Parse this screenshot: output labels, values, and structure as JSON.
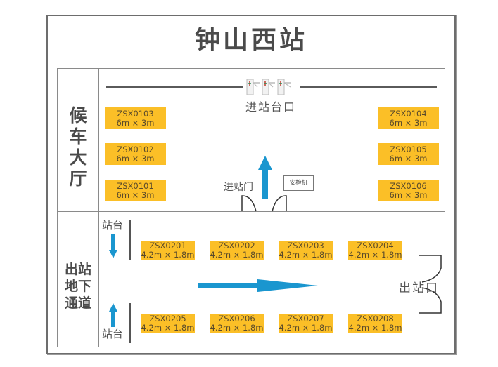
{
  "title": "钟山西站",
  "colors": {
    "booth": "#fbbf27",
    "arrow": "#1a96cf",
    "frame": "#6d6d6d"
  },
  "waiting_hall": {
    "label": "候车大厅",
    "entrance_label": "进站台口",
    "gate_label": "进站门",
    "security_label": "安检机",
    "turnstile_count": 3,
    "booths": [
      {
        "id": "ZSX0103",
        "size": "6m × 3m"
      },
      {
        "id": "ZSX0102",
        "size": "6m × 3m"
      },
      {
        "id": "ZSX0101",
        "size": "6m × 3m"
      },
      {
        "id": "ZSX0104",
        "size": "6m × 3m"
      },
      {
        "id": "ZSX0105",
        "size": "6m × 3m"
      },
      {
        "id": "ZSX0106",
        "size": "6m × 3m"
      }
    ]
  },
  "exit_tunnel": {
    "label_line1": "出站",
    "label_line2": "地下",
    "label_line3": "通道",
    "platform_top_label": "站台",
    "platform_bottom_label": "站台",
    "exit_label": "出站口",
    "booths": [
      {
        "id": "ZSX0201",
        "size": "4.2m × 1.8m"
      },
      {
        "id": "ZSX0202",
        "size": "4.2m × 1.8m"
      },
      {
        "id": "ZSX0203",
        "size": "4.2m × 1.8m"
      },
      {
        "id": "ZSX0204",
        "size": "4.2m × 1.8m"
      },
      {
        "id": "ZSX0205",
        "size": "4.2m × 1.8m"
      },
      {
        "id": "ZSX0206",
        "size": "4.2m × 1.8m"
      },
      {
        "id": "ZSX0207",
        "size": "4.2m × 1.8m"
      },
      {
        "id": "ZSX0208",
        "size": "4.2m × 1.8m"
      }
    ]
  }
}
